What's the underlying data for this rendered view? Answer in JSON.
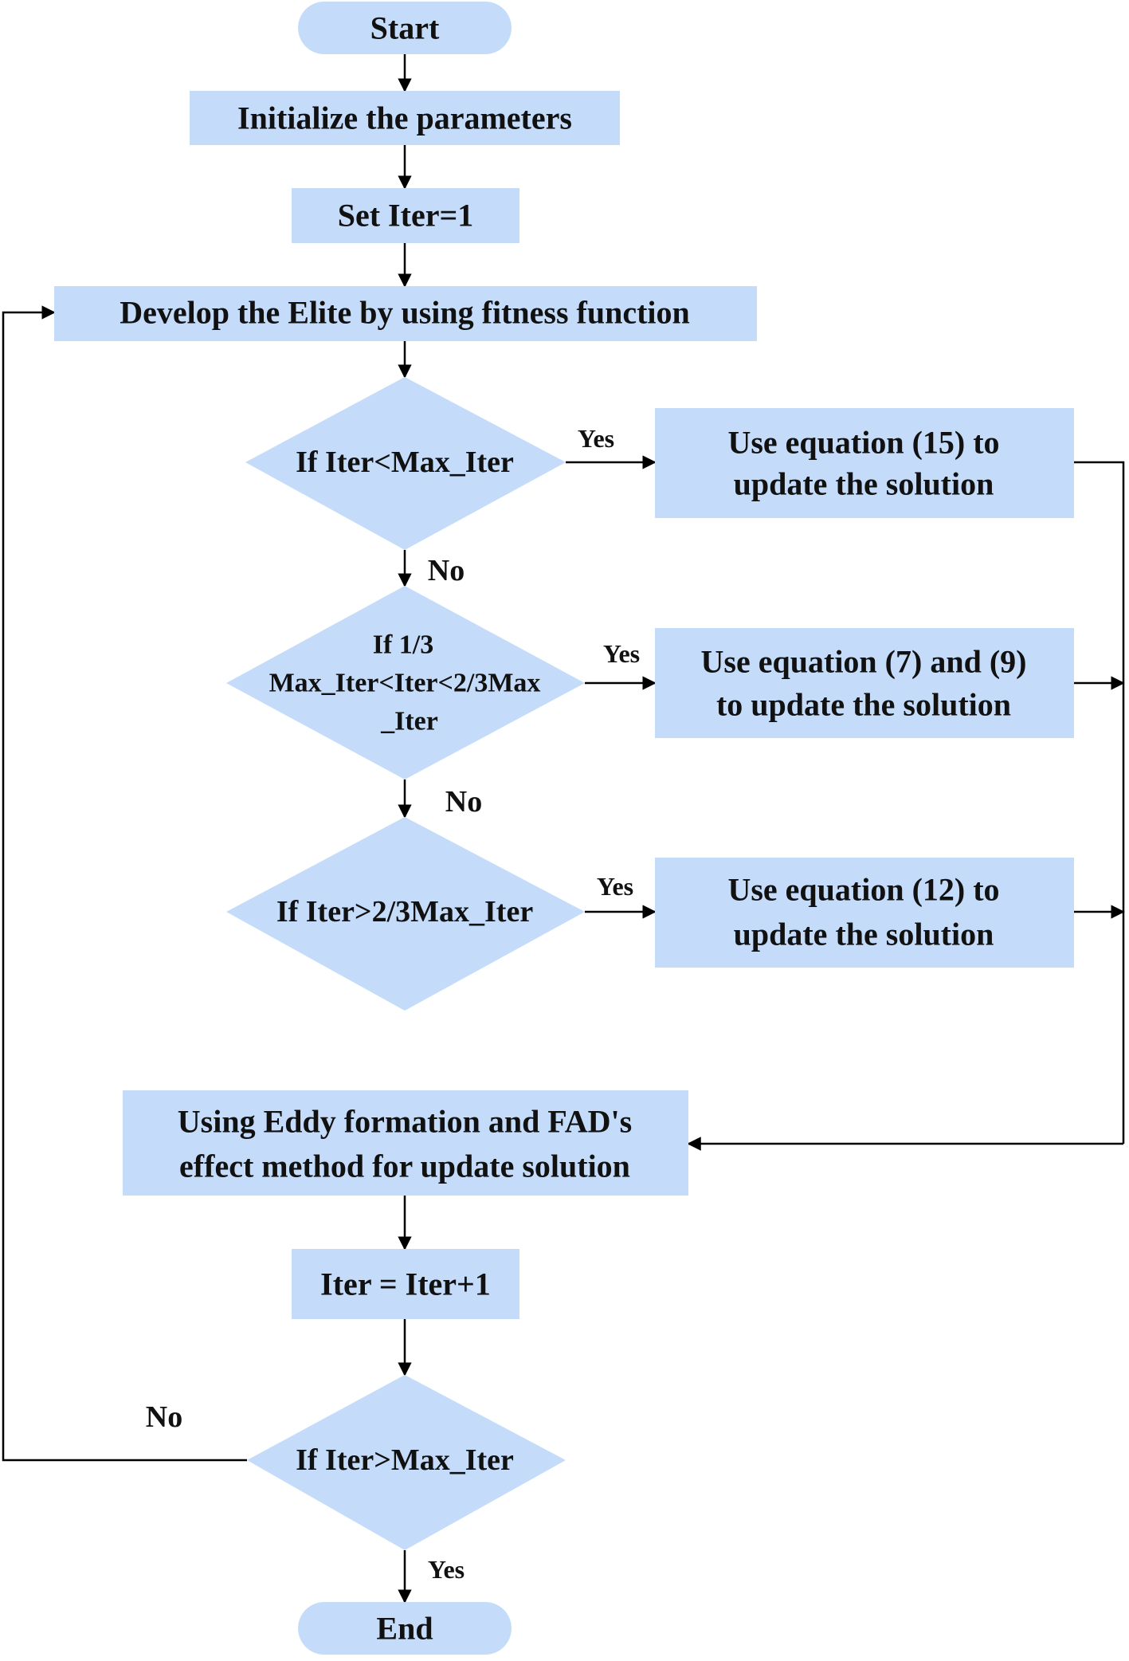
{
  "colors": {
    "node_fill": "#c4dcfa",
    "line": "#000000",
    "text": "#111111"
  },
  "nodes": {
    "start": "Start",
    "init": "Initialize the parameters",
    "set_iter": "Set Iter=1",
    "elite": "Develop the Elite by using fitness function",
    "cond1": "If Iter<Max_Iter",
    "update15": [
      "Use equation (15) to",
      "update the solution"
    ],
    "cond2": [
      "If 1/3",
      "Max_Iter<Iter<2/3Max",
      "_Iter"
    ],
    "update7_9": [
      "Use equation (7) and (9)",
      "to update the solution"
    ],
    "cond3": "If Iter>2/3Max_Iter",
    "update12": [
      "Use equation (12) to",
      "update the solution"
    ],
    "eddy": [
      "Using Eddy formation and FAD's",
      "effect method for update solution"
    ],
    "iter_inc": "Iter = Iter+1",
    "cond_end": "If Iter>Max_Iter",
    "end": "End"
  },
  "labels": {
    "cond1_yes": "Yes",
    "cond1_no": "No",
    "cond2_yes": "Yes",
    "cond2_no": "No",
    "cond3_yes": "Yes",
    "end_no": "No",
    "end_yes": "Yes"
  }
}
